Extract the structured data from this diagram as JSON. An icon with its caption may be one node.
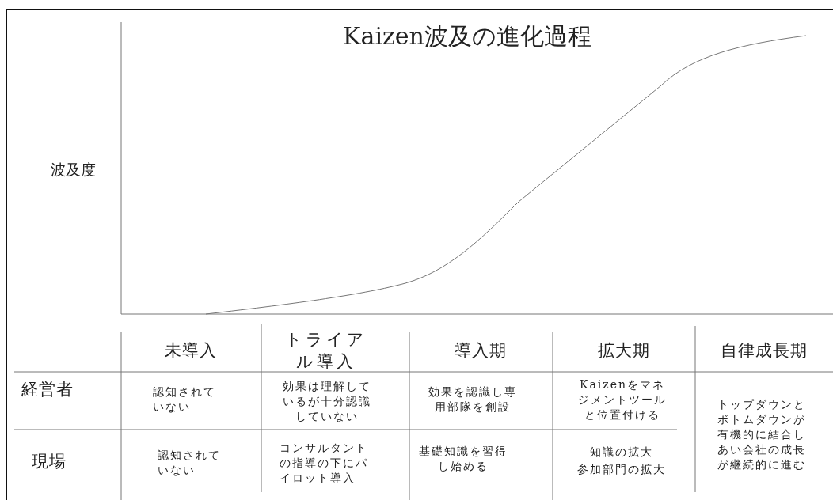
{
  "diagram": {
    "title": "Kaizen波及の進化過程",
    "labels": [
      "波及度",
      "未導入",
      "トライアル導入",
      "導入期",
      "拡大期",
      "自律成長期",
      "経営者",
      "認知されていない",
      "効果は理解しているが十分認識していない",
      "効果を認識し専用部隊を創設",
      "Kaizenをマネジメントツールと位置付ける",
      "トップダウンとボトムダウンが有機的に結合しあい会社の成長が継続的に進む",
      "現場",
      "認知されていない",
      "コンサルタントの指導の下にパイロット導入",
      "基礎知識を習得し始める",
      "知識の拡大",
      "参加部門の拡大"
    ]
  }
}
